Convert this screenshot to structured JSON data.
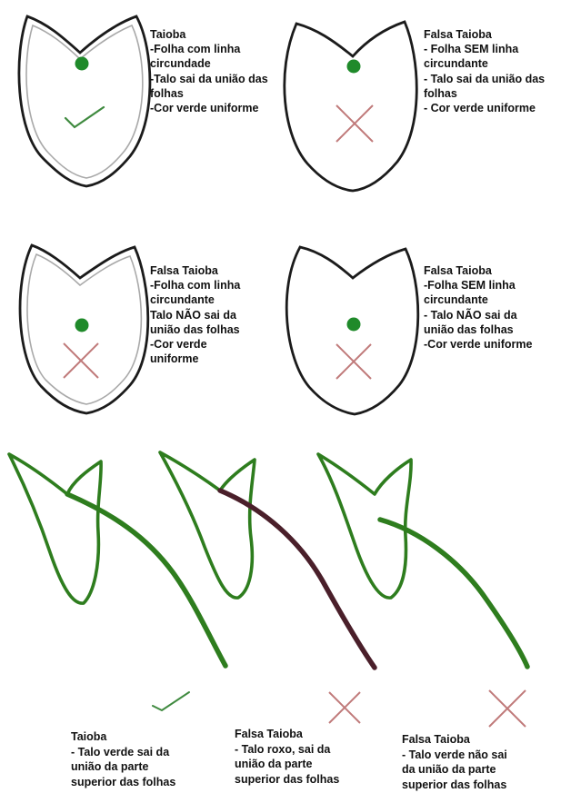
{
  "colors": {
    "outline": "#1b1b1b",
    "inner_outline": "#a9a9a9",
    "stem_dot": "#1f8a2a",
    "green_stem": "#2e7d1e",
    "purple_stem": "#4a1f2a",
    "check_mark": "#3f8a3f",
    "cross_mark": "#c07a7a"
  },
  "panels": [
    {
      "verdict": "correct",
      "icons": [
        "check-icon"
      ],
      "lines": [
        "Taioba",
        "-Folha com linha",
        "circundade",
        "-Talo sai da união das",
        "folhas",
        "-Cor verde uniforme"
      ]
    },
    {
      "verdict": "wrong",
      "icons": [
        "cross-icon"
      ],
      "lines": [
        "Falsa Taioba",
        "- Folha SEM linha",
        "circundante",
        "- Talo sai da união das",
        "folhas",
        "- Cor verde uniforme"
      ]
    },
    {
      "verdict": "wrong",
      "icons": [
        "cross-icon"
      ],
      "lines": [
        "Falsa Taioba",
        "-Folha com linha",
        "circundante",
        "Talo NÃO sai da",
        "união das folhas",
        "-Cor verde",
        "uniforme"
      ]
    },
    {
      "verdict": "wrong",
      "icons": [
        "cross-icon"
      ],
      "lines": [
        "Falsa Taioba",
        "-Folha SEM linha",
        "circundante",
        "- Talo NÃO sai da",
        "união das folhas",
        "-Cor verde uniforme"
      ]
    }
  ],
  "side_views": [
    {
      "verdict": "correct",
      "stem_color": "green",
      "lines": [
        "Taioba",
        "- Talo verde sai da",
        "união da parte",
        "superior das folhas"
      ]
    },
    {
      "verdict": "wrong",
      "stem_color": "purple",
      "lines": [
        "Falsa Taioba",
        "- Talo roxo, sai da",
        "união da parte",
        "superior das folhas"
      ]
    },
    {
      "verdict": "wrong",
      "stem_color": "green",
      "lines": [
        "Falsa Taioba",
        "- Talo verde não sai",
        "da união da parte",
        "superior das folhas"
      ]
    }
  ]
}
